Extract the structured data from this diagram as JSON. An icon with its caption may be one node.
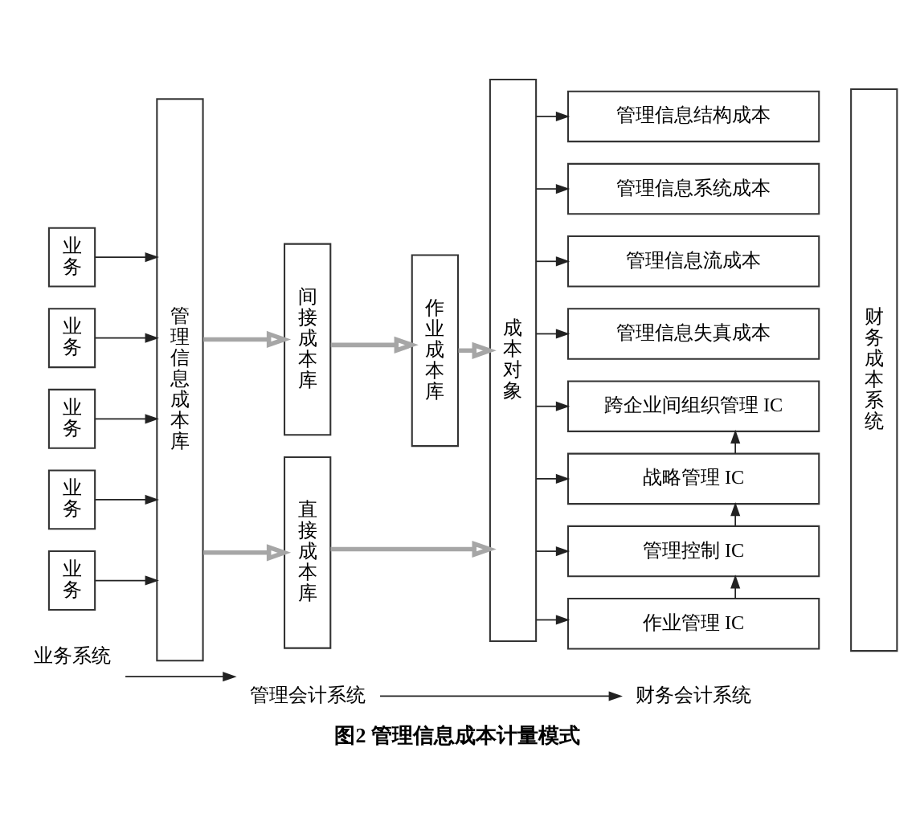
{
  "diagram": {
    "caption": "图2 管理信息成本计量模式",
    "nodes": [
      {
        "text": [
          "业务"
        ]
      },
      {
        "text": [
          "业务"
        ]
      },
      {
        "text": [
          "业务"
        ]
      },
      {
        "text": [
          "业务"
        ]
      },
      {
        "text": [
          "业务"
        ]
      },
      {
        "text": [
          "管理信息成本库"
        ]
      },
      {
        "text": [
          "间接成本库"
        ]
      },
      {
        "text": [
          "作业成本库"
        ]
      },
      {
        "text": [
          "直接成本库"
        ]
      },
      {
        "text": [
          "成本对象"
        ]
      },
      {
        "text": [
          "管理信息结构成本"
        ]
      },
      {
        "text": [
          "管理信息系统成本"
        ]
      },
      {
        "text": [
          "管理信息流成本"
        ]
      },
      {
        "text": [
          "管理信息失真成本"
        ]
      },
      {
        "text": [
          "跨企业间组织管理 IC"
        ]
      },
      {
        "text": [
          "战略管理 IC"
        ]
      },
      {
        "text": [
          "管理控制 IC"
        ]
      },
      {
        "text": [
          "作业管理 IC"
        ]
      },
      {
        "text": [
          "财务成本系统"
        ]
      },
      {
        "text": [
          "业务系统"
        ]
      },
      {
        "text": [
          "管理会计系统"
        ]
      },
      {
        "text": [
          "财务会计系统"
        ]
      }
    ],
    "edges": [
      {
        "from": 0,
        "to": 5,
        "arrow": "to"
      },
      {
        "from": 1,
        "to": 5,
        "arrow": "to"
      },
      {
        "from": 2,
        "to": 5,
        "arrow": "to"
      },
      {
        "from": 3,
        "to": 5,
        "arrow": "to"
      },
      {
        "from": 4,
        "to": 5,
        "arrow": "to"
      },
      {
        "from": 5,
        "to": 6,
        "arrow": "to",
        "style": "thick",
        "color": "#a6a6a6"
      },
      {
        "from": 6,
        "to": 7,
        "arrow": "to",
        "style": "thick",
        "color": "#a6a6a6"
      },
      {
        "from": 7,
        "to": 9,
        "arrow": "to",
        "style": "thick",
        "color": "#a6a6a6"
      },
      {
        "from": 5,
        "to": 8,
        "arrow": "to",
        "style": "thick",
        "color": "#a6a6a6"
      },
      {
        "from": 8,
        "to": 9,
        "arrow": "to",
        "style": "thick",
        "color": "#a6a6a6"
      },
      {
        "from": 9,
        "to": 10,
        "arrow": "to"
      },
      {
        "from": 9,
        "to": 11,
        "arrow": "to"
      },
      {
        "from": 9,
        "to": 12,
        "arrow": "to"
      },
      {
        "from": 9,
        "to": 13,
        "arrow": "to"
      },
      {
        "from": 9,
        "to": 14,
        "arrow": "to"
      },
      {
        "from": 9,
        "to": 15,
        "arrow": "to"
      },
      {
        "from": 9,
        "to": 16,
        "arrow": "to"
      },
      {
        "from": 9,
        "to": 17,
        "arrow": "to"
      },
      {
        "from": 17,
        "to": 16,
        "arrow": "to"
      },
      {
        "from": 16,
        "to": 15,
        "arrow": "to"
      },
      {
        "from": 15,
        "to": 14,
        "arrow": "to"
      },
      {
        "from": 19,
        "to": 20,
        "arrow": "to"
      },
      {
        "from": 20,
        "to": 21,
        "arrow": "to"
      }
    ]
  }
}
